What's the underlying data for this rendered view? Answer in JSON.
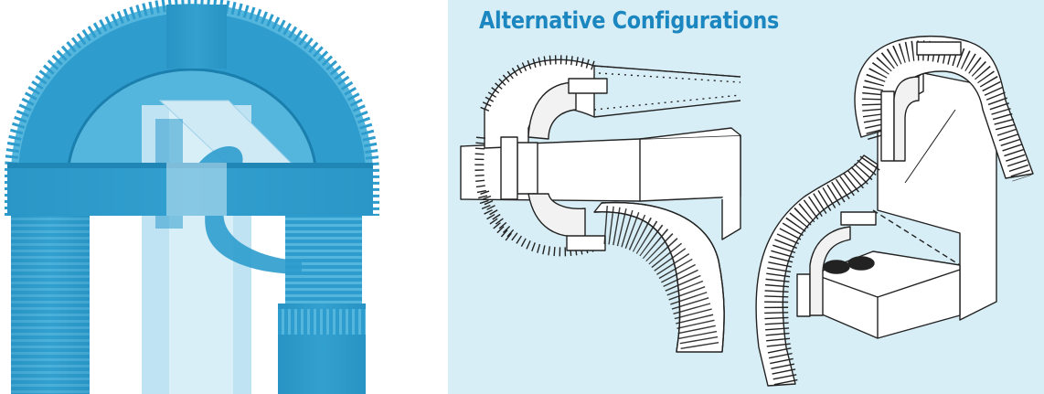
{
  "title": "Alternative Configurations",
  "colors": {
    "pipe_blue": "#2e9ccd",
    "pipe_dark": "#1f86b6",
    "pipe_light": "#58b8de",
    "right_background": "#d8eef6",
    "title_blue": "#1b86bf"
  },
  "figures": [
    {
      "name": "main-hose-assembly-render",
      "style": "3d-render-blue"
    },
    {
      "name": "config-horizontal-duct-line-drawing",
      "style": "line-drawing"
    },
    {
      "name": "config-vertical-duct-line-drawing",
      "style": "line-drawing"
    }
  ]
}
